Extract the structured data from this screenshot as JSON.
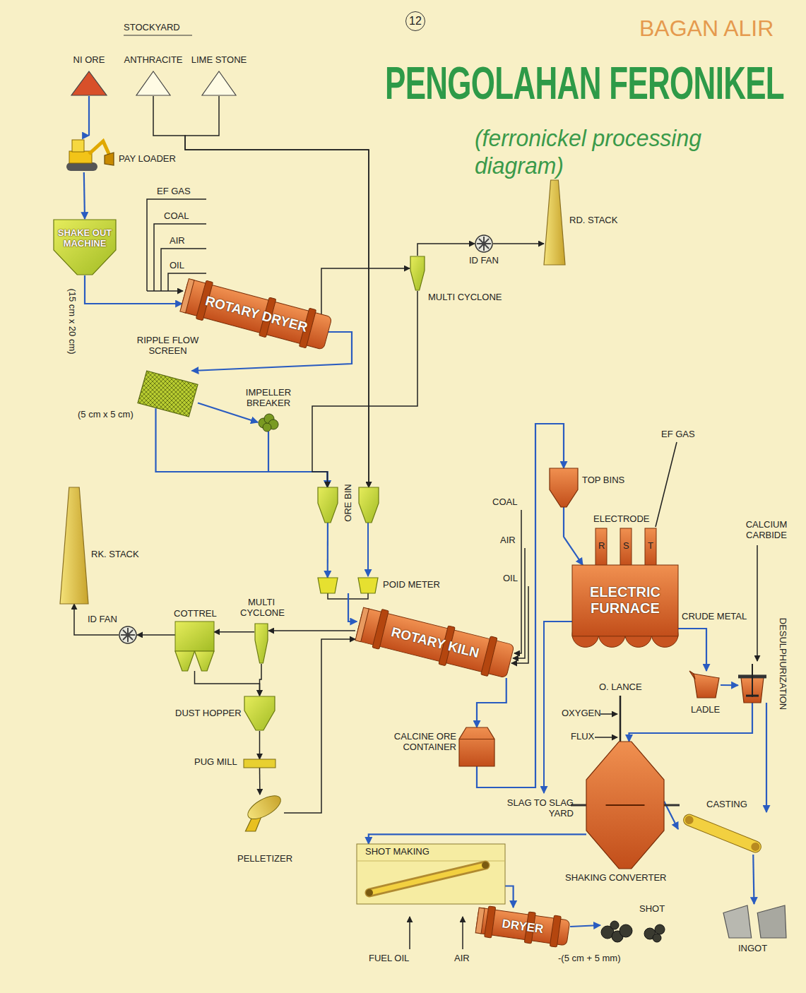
{
  "diagram": {
    "title": "PENGOLAHAN FERONIKEL",
    "nodes": [
      {
        "text": [
          "NI ORE"
        ]
      },
      {
        "text": [
          "ANTHRACITE"
        ]
      },
      {
        "text": [
          "LIME STONE"
        ]
      },
      {
        "text": [
          "PAY LOADER"
        ]
      },
      {
        "text": [
          "SHAKE OUT MACHINE"
        ]
      },
      {
        "text": [
          "ROTARY DRYER"
        ]
      },
      {
        "text": [
          "MULTI CYCLONE"
        ]
      },
      {
        "text": [
          "ID FAN"
        ]
      },
      {
        "text": [
          "RD. STACK"
        ]
      },
      {
        "text": [
          "RIPPLE FLOW SCREEN"
        ]
      },
      {
        "text": [
          "IMPELLER BREAKER"
        ]
      },
      {
        "text": [
          "ORE BIN"
        ]
      },
      {
        "text": [
          "POID METER"
        ]
      },
      {
        "text": [
          "TOP BINS"
        ]
      },
      {
        "text": [
          "RK. STACK"
        ]
      },
      {
        "text": [
          "ID FAN"
        ]
      },
      {
        "text": [
          "COTTREL"
        ]
      },
      {
        "text": [
          "MULTI CYCLONE"
        ]
      },
      {
        "text": [
          "ROTARY KILN"
        ]
      },
      {
        "text": [
          "ELECTRIC FURNACE"
        ]
      },
      {
        "text": [
          "DUST HOPPER"
        ]
      },
      {
        "text": [
          "CALCINE ORE CONTAINER"
        ]
      },
      {
        "text": [
          "LADLE"
        ]
      },
      {
        "text": [
          "DESULPHURIZATION"
        ]
      },
      {
        "text": [
          "PUG MILL"
        ]
      },
      {
        "text": [
          "SHAKING CONVERTER"
        ]
      },
      {
        "text": [
          "PELLETIZER"
        ]
      },
      {
        "text": [
          "CASTING"
        ]
      },
      {
        "text": [
          "SHOT MAKING"
        ]
      },
      {
        "text": [
          "DRYER"
        ]
      },
      {
        "text": [
          "SHOT"
        ]
      },
      {
        "text": [
          "INGOT"
        ]
      }
    ],
    "edges": [
      {
        "from": 0,
        "to": 3,
        "arrow": "to"
      },
      {
        "from": 3,
        "to": 4,
        "arrow": "to"
      },
      {
        "from": 4,
        "to": 5,
        "arrow": "to"
      },
      {
        "from": 1,
        "to": 11,
        "arrow": "to"
      },
      {
        "from": 2,
        "to": 11,
        "arrow": "to"
      },
      {
        "from": 5,
        "to": 6,
        "arrow": "to"
      },
      {
        "from": 6,
        "to": 7,
        "arrow": "to"
      },
      {
        "from": 7,
        "to": 8,
        "arrow": "to"
      },
      {
        "from": 5,
        "to": 9,
        "arrow": "to"
      },
      {
        "from": 9,
        "to": 10,
        "arrow": "to"
      },
      {
        "from": 9,
        "to": 11,
        "arrow": "to"
      },
      {
        "from": 10,
        "to": 11,
        "arrow": "to"
      },
      {
        "from": 6,
        "to": 11,
        "arrow": "to"
      },
      {
        "from": 11,
        "to": 12,
        "arrow": "to"
      },
      {
        "from": 12,
        "to": 18,
        "arrow": "to"
      },
      {
        "from": 18,
        "to": 17,
        "arrow": "to"
      },
      {
        "from": 17,
        "to": 16,
        "arrow": "to"
      },
      {
        "from": 16,
        "to": 15,
        "arrow": "to"
      },
      {
        "from": 15,
        "to": 14,
        "arrow": "to"
      },
      {
        "from": 16,
        "to": 20,
        "arrow": "to"
      },
      {
        "from": 17,
        "to": 20,
        "arrow": "to"
      },
      {
        "from": 20,
        "to": 24,
        "arrow": "to"
      },
      {
        "from": 24,
        "to": 26,
        "arrow": "to"
      },
      {
        "from": 26,
        "to": 18,
        "arrow": "to"
      },
      {
        "from": 18,
        "to": 21,
        "arrow": "to"
      },
      {
        "from": 21,
        "to": 13,
        "arrow": "to"
      },
      {
        "from": 13,
        "to": 19,
        "arrow": "to"
      },
      {
        "from": 19,
        "to": 22,
        "arrow": "to"
      },
      {
        "from": 22,
        "to": 23,
        "arrow": "to"
      },
      {
        "from": 23,
        "to": 25,
        "arrow": "to"
      },
      {
        "from": 23,
        "to": 27,
        "arrow": "to"
      },
      {
        "from": 25,
        "to": 27,
        "arrow": "to"
      },
      {
        "from": 27,
        "to": 31,
        "arrow": "to"
      },
      {
        "from": 25,
        "to": 28,
        "arrow": "to"
      },
      {
        "from": 28,
        "to": 29,
        "arrow": "to"
      },
      {
        "from": 29,
        "to": 30,
        "arrow": "to"
      }
    ],
    "labels": [
      "BAGAN ALIR",
      "(ferronickel processing diagram)",
      "12",
      "STOCKYARD",
      "EF GAS",
      "COAL",
      "AIR",
      "OIL",
      "(15 cm x 20 cm)",
      "(5 cm x 5 cm)",
      "COAL",
      "AIR",
      "OIL",
      "ELECTRODE",
      "R",
      "S",
      "T",
      "EF GAS",
      "CALCIUM CARBIDE",
      "CRUDE METAL",
      "O. LANCE",
      "OXYGEN",
      "FLUX",
      "SLAG TO SLAG YARD",
      "FUEL OIL",
      "AIR",
      "-(5 cm + 5 mm)"
    ]
  }
}
